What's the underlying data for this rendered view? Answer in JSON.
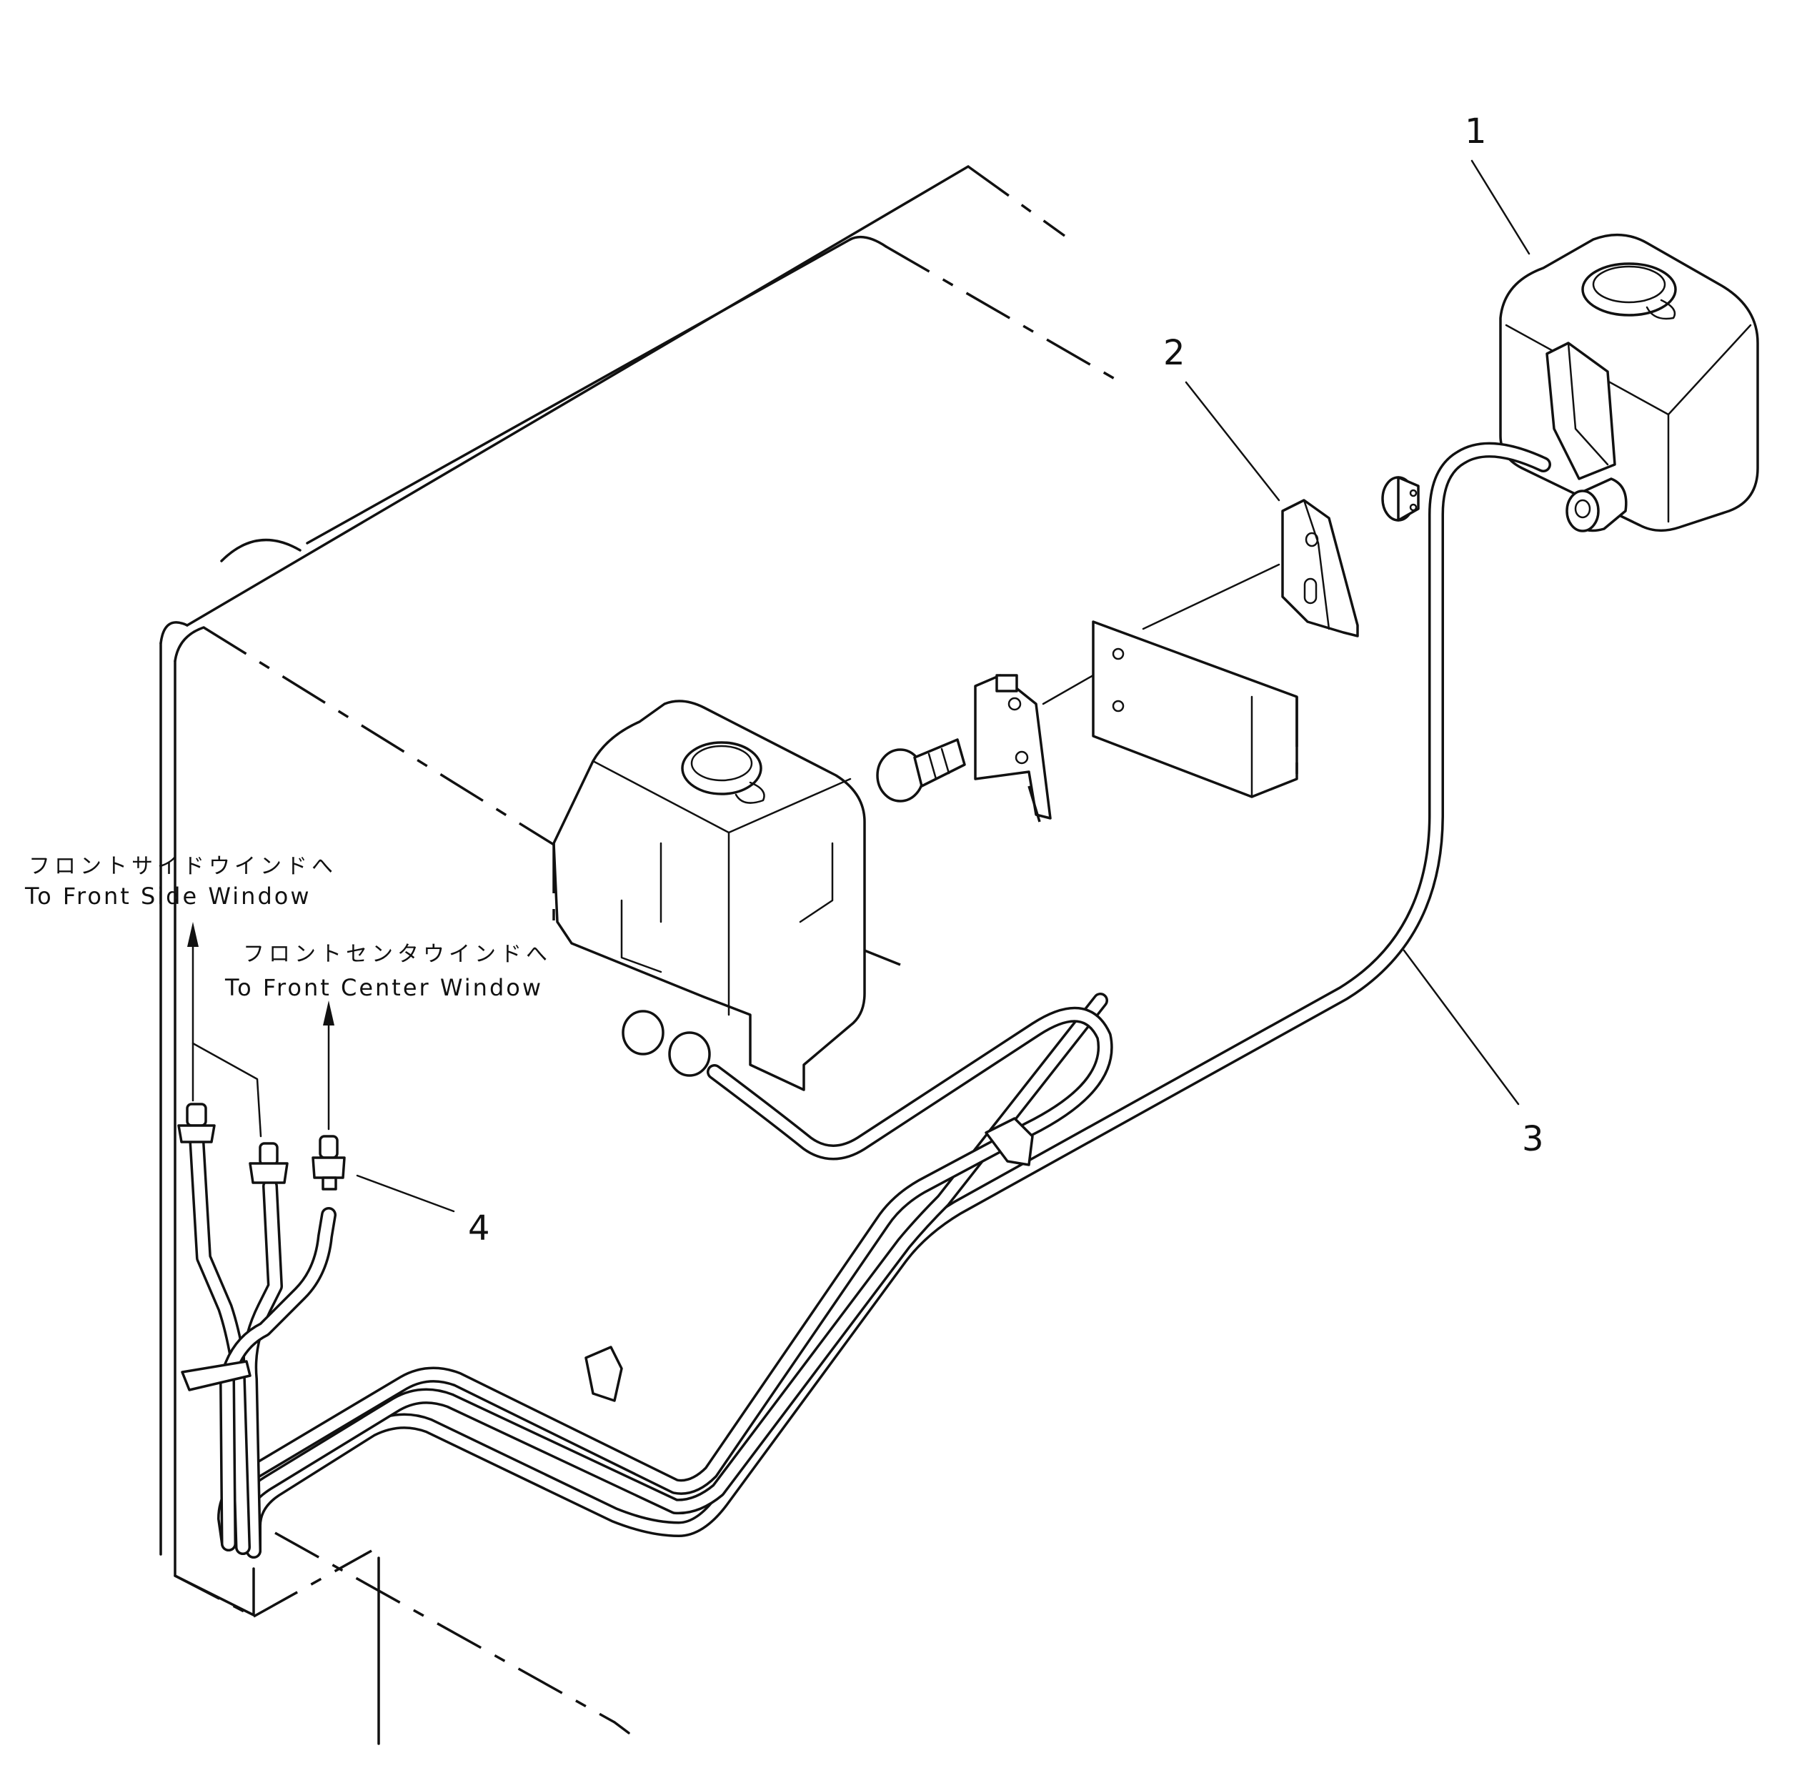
{
  "callouts": {
    "part1": "1",
    "part2": "2",
    "part3": "3",
    "part4": "4"
  },
  "labels": {
    "side_window_jp": "フロントサイドウインドへ",
    "side_window_en": "To Front Side Window",
    "center_window_jp": "フロントセンタウインドへ",
    "center_window_en": "To Front Center Window"
  }
}
